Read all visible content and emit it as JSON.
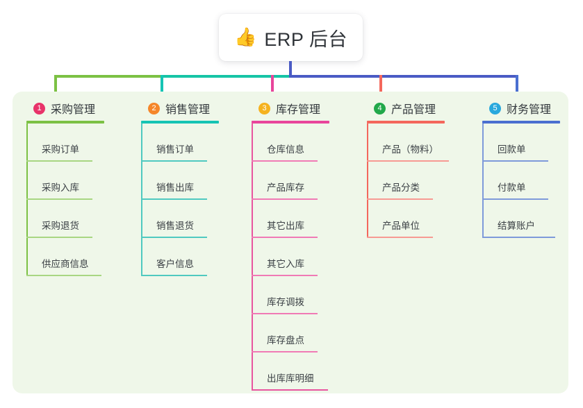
{
  "diagram": {
    "type": "mind-map",
    "root": {
      "icon": "thumbs-up-icon",
      "emoji": "👍",
      "label": "ERP 后台"
    },
    "panel_background": "#eff7e9",
    "trunk_color": "#4a5bc4",
    "branch_bar_colors": [
      "#7cc144",
      "#16c4a6",
      "#4a5bc4"
    ],
    "columns": [
      {
        "index": "1",
        "badge_color": "#e8336a",
        "accent": "#7cc144",
        "title": "采购管理",
        "items": [
          "采购订单",
          "采购入库",
          "采购退货",
          "供应商信息"
        ]
      },
      {
        "index": "2",
        "badge_color": "#f5862a",
        "accent": "#16c4b4",
        "title": "销售管理",
        "items": [
          "销售订单",
          "销售出库",
          "销售退货",
          "客户信息"
        ]
      },
      {
        "index": "3",
        "badge_color": "#f5b21f",
        "accent": "#e8459b",
        "title": "库存管理",
        "items": [
          "仓库信息",
          "产品库存",
          "其它出库",
          "其它入库",
          "库存调拨",
          "库存盘点",
          "出库库明细"
        ]
      },
      {
        "index": "4",
        "badge_color": "#21a84a",
        "accent": "#f4675c",
        "title": "产品管理",
        "items": [
          "产品（物料）",
          "产品分类",
          "产品单位"
        ]
      },
      {
        "index": "5",
        "badge_color": "#29a8dd",
        "accent": "#4a6fd0",
        "title": "财务管理",
        "items": [
          "回款单",
          "付款单",
          "结算账户"
        ]
      }
    ]
  }
}
